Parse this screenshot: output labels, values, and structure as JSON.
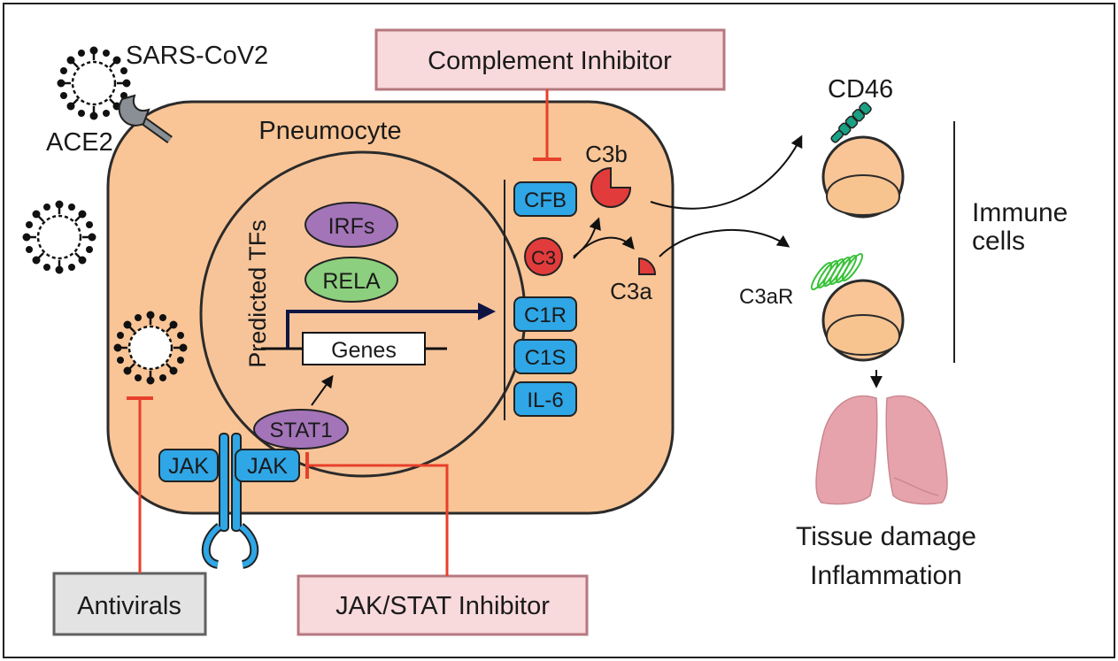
{
  "colors": {
    "cell_fill": "#f9c596",
    "cell_stroke": "#2b2b2b",
    "nucleus_fill": "#f7c49a",
    "protein_blue": "#2fa6e6",
    "tf_purple": "#a374b8",
    "tf_green": "#8ccf7e",
    "c3_red": "#e23b3b",
    "inhibitor_red": "#e8402a",
    "inhibitor_box_fill": "#f8d9dc",
    "inhibitor_box_stroke": "#b6787f",
    "antiviral_box_fill": "#e3e3e3",
    "antiviral_box_stroke": "#606060",
    "cd46_green": "#1aa083",
    "c3ar_green": "#3ac23a",
    "lung_pink": "#e7a3ab",
    "arrow_navy": "#0f1542"
  },
  "labels": {
    "sars_cov2": "SARS-CoV2",
    "ace2": "ACE2",
    "pneumocyte": "Pneumocyte",
    "predicted_tfs": "Predicted TFs",
    "irfs": "IRFs",
    "rela": "RELA",
    "genes": "Genes",
    "stat1": "STAT1",
    "jak_left": "JAK",
    "jak_right": "JAK",
    "cfb": "CFB",
    "c3": "C3",
    "c3b": "C3b",
    "c3a": "C3a",
    "c1r": "C1R",
    "c1s": "C1S",
    "il6": "IL-6",
    "cd46": "CD46",
    "c3ar": "C3aR",
    "immune_line1": "Immune",
    "immune_line2": "cells",
    "outcome_line1": "Tissue damage",
    "outcome_line2": "Inflammation"
  },
  "inhibitors": {
    "complement": "Complement Inhibitor",
    "jak_stat": "JAK/STAT Inhibitor",
    "antivirals": "Antivirals"
  },
  "icons": [
    "virus-icon",
    "ace2-receptor-icon",
    "jak-receptor-icon",
    "cd46-receptor-icon",
    "c3ar-receptor-icon",
    "lungs-icon"
  ]
}
